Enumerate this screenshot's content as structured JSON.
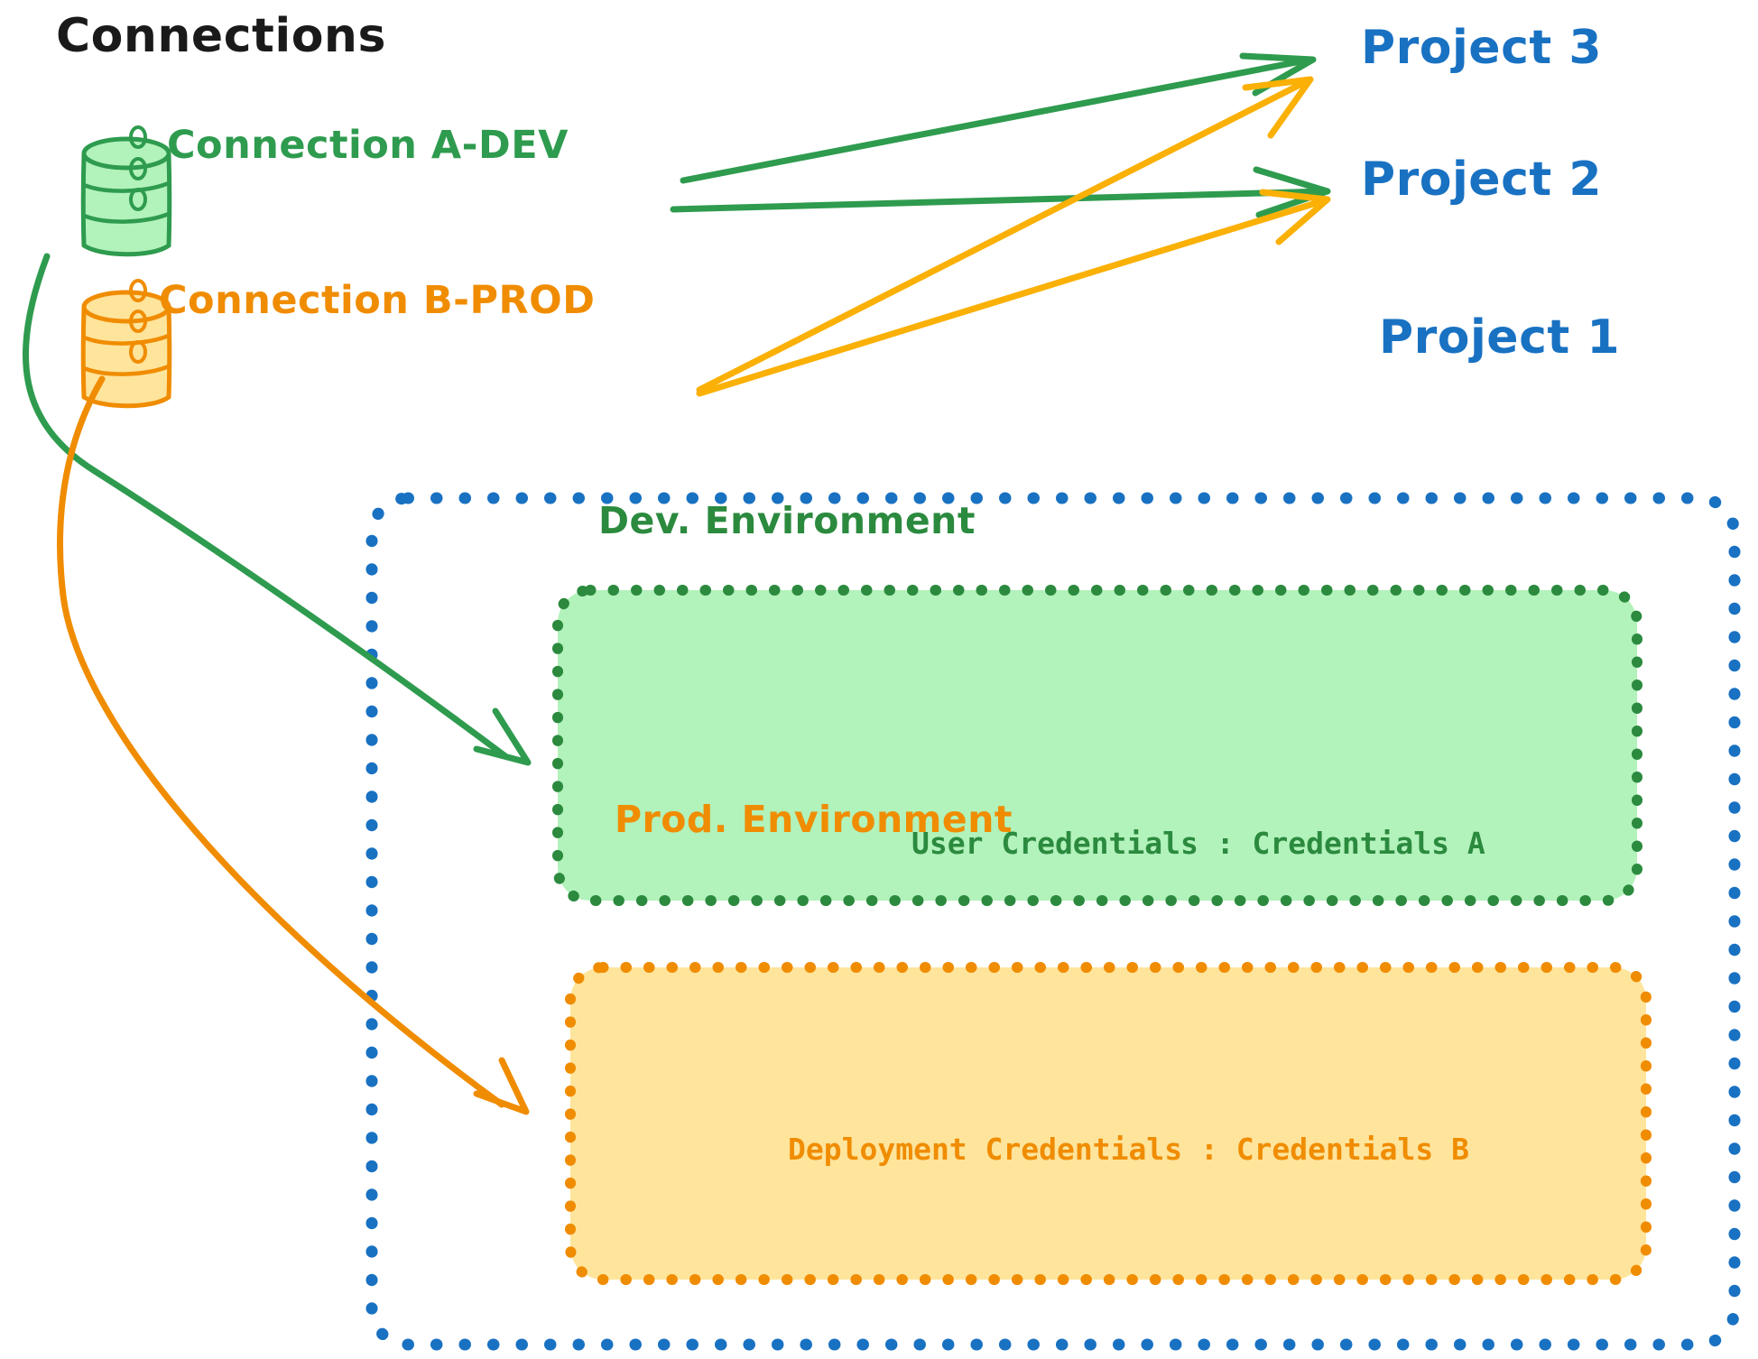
{
  "title": "Connections",
  "colors": {
    "green_stroke": "#2e9b4e",
    "green_dark": "#2b8a3e",
    "green_fill": "#b2f2bb",
    "orange_stroke": "#f08c00",
    "orange_line": "#fab005",
    "orange_fill": "#ffe49c",
    "blue": "#1971c2",
    "black": "#1a1a1a"
  },
  "connections": [
    {
      "id": "a-dev",
      "label": "Connection A-DEV",
      "icon": "database-cylinder-icon",
      "color": "#2e9b4e"
    },
    {
      "id": "b-prod",
      "label": "Connection B-PROD",
      "icon": "database-cylinder-icon",
      "color": "#f08c00"
    }
  ],
  "projects": [
    {
      "id": "project-3",
      "label": "Project 3"
    },
    {
      "id": "project-2",
      "label": "Project 2"
    },
    {
      "id": "project-1",
      "label": "Project 1"
    }
  ],
  "project1": {
    "label": "Project 1",
    "environments": [
      {
        "id": "dev",
        "title": "Dev. Environment",
        "credential_label": "User Credentials : Credentials A",
        "color": "#2b8a3e",
        "fill": "#b2f2bb"
      },
      {
        "id": "prod",
        "title": "Prod. Environment",
        "credential_label": "Deployment Credentials : Credentials B",
        "color": "#f08c00",
        "fill": "#ffe49c"
      }
    ]
  },
  "edges": [
    {
      "id": "a-dev-to-project-3",
      "from": "Connection A-DEV",
      "to": "Project 3",
      "color": "#2e9b4e"
    },
    {
      "id": "a-dev-to-project-2",
      "from": "Connection A-DEV",
      "to": "Project 2",
      "color": "#2e9b4e"
    },
    {
      "id": "a-dev-to-dev-env",
      "from": "Connection A-DEV",
      "to": "Dev. Environment",
      "color": "#2e9b4e"
    },
    {
      "id": "b-prod-to-project-3",
      "from": "Connection B-PROD",
      "to": "Project 3",
      "color": "#fab005"
    },
    {
      "id": "b-prod-to-project-2",
      "from": "Connection B-PROD",
      "to": "Project 2",
      "color": "#fab005"
    },
    {
      "id": "b-prod-to-prod-env",
      "from": "Connection B-PROD",
      "to": "Prod. Environment",
      "color": "#f08c00"
    }
  ]
}
